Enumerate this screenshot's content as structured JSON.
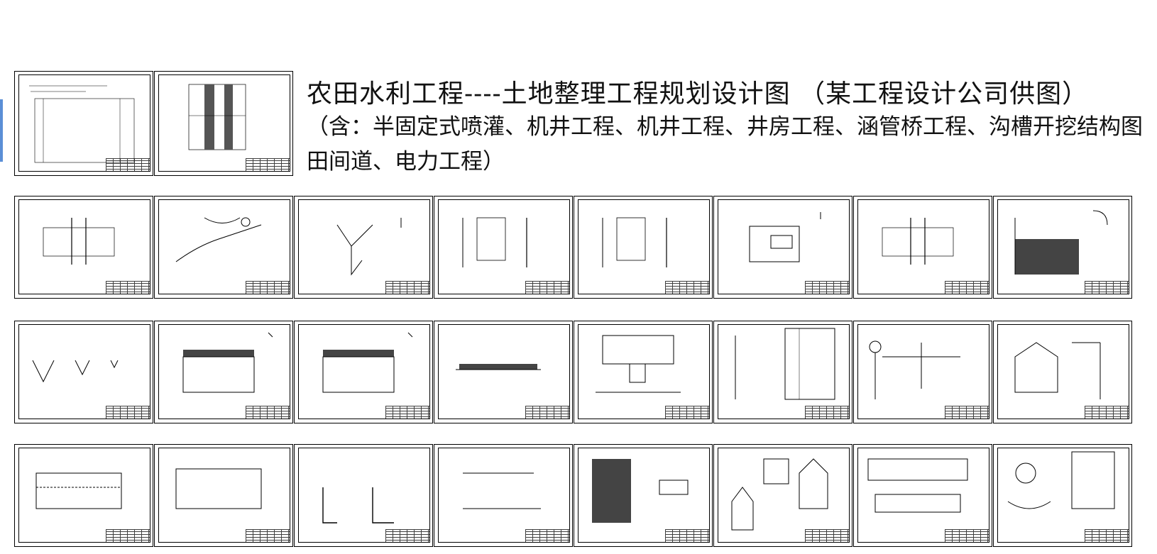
{
  "document": {
    "title": "农田水利工程----土地整理工程规划设计图 （某工程设计公司供图）",
    "subtitle": "（含：半固定式喷灌、机井工程、机井工程、井房工程、涵管桥工程、沟槽开挖结构图田间道、电力工程）"
  },
  "thumbnails": [
    {
      "kind": "index"
    },
    {
      "kind": "tall-table"
    },
    {
      "kind": "plan"
    },
    {
      "kind": "network"
    },
    {
      "kind": "tree"
    },
    {
      "kind": "pipes"
    },
    {
      "kind": "pipes"
    },
    {
      "kind": "schematic"
    },
    {
      "kind": "plan"
    },
    {
      "kind": "section-hatch"
    },
    {
      "kind": "channel-sections"
    },
    {
      "kind": "profile-hatch"
    },
    {
      "kind": "profile-hatch"
    },
    {
      "kind": "road-profile"
    },
    {
      "kind": "field-road"
    },
    {
      "kind": "details-table"
    },
    {
      "kind": "pole"
    },
    {
      "kind": "well-house"
    },
    {
      "kind": "long-plan"
    },
    {
      "kind": "rect-plan"
    },
    {
      "kind": "pipe-details"
    },
    {
      "kind": "pipe-rows"
    },
    {
      "kind": "hatch-block"
    },
    {
      "kind": "house-details"
    },
    {
      "kind": "bridge"
    },
    {
      "kind": "mixed-details"
    }
  ]
}
